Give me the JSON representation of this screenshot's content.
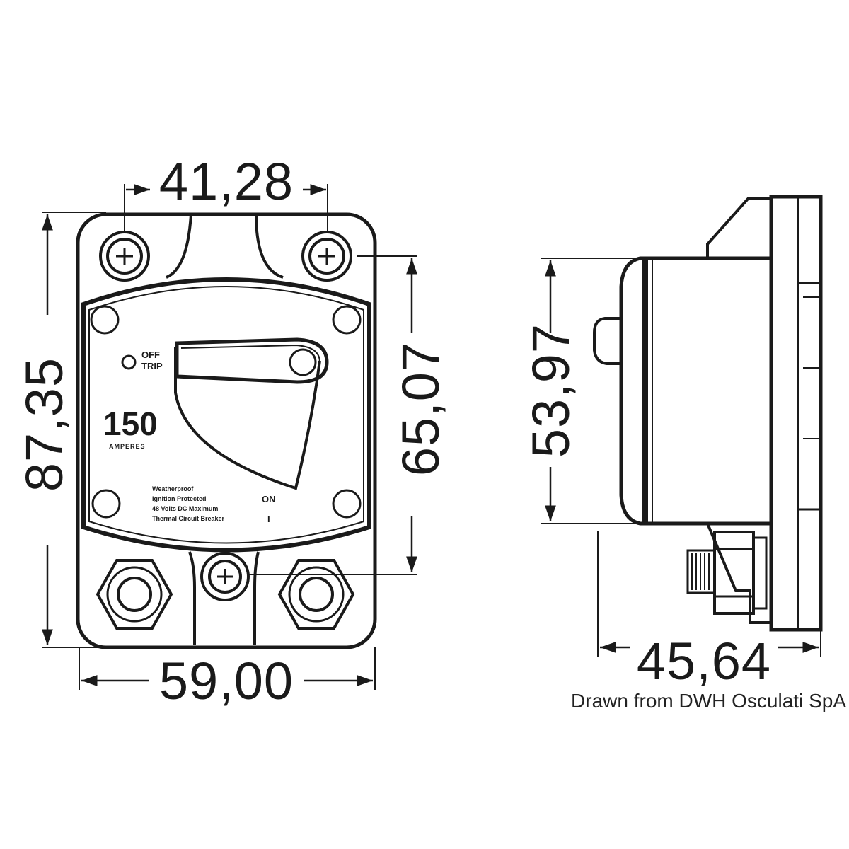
{
  "front_view": {
    "top_width": "41,28",
    "total_height": "87,35",
    "inner_height": "65,07",
    "bottom_width": "59,00",
    "rating_value": "150",
    "rating_unit": "AMPERES",
    "off_label": "OFF",
    "trip_label": "TRIP",
    "on_label": "ON",
    "on_symbol": "I",
    "info_lines": [
      "Weatherproof",
      "Ignition Protected",
      "48 Volts DC Maximum",
      "Thermal Circuit Breaker"
    ]
  },
  "side_view": {
    "height": "53,97",
    "depth": "45,64"
  },
  "credit": "Drawn from DWH Osculati SpA"
}
